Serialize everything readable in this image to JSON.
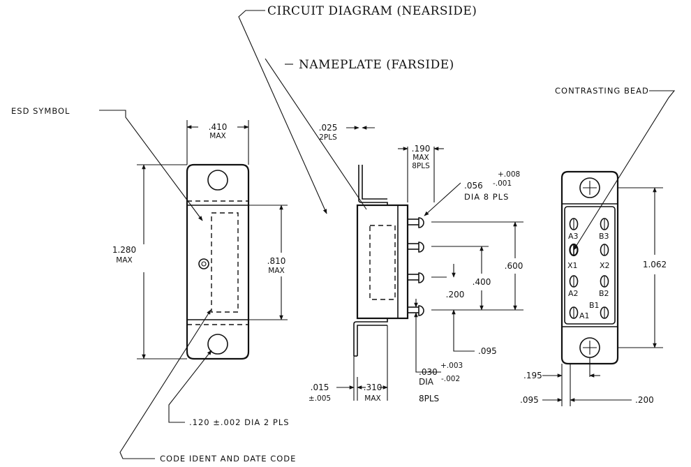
{
  "callouts": {
    "circuit_diagram": "CIRCUIT DIAGRAM (NEARSIDE)",
    "nameplate": "NAMEPLATE (FARSIDE)",
    "esd_symbol": "ESD SYMBOL",
    "contrasting_bead": "CONTRASTING BEAD",
    "code_ident": "CODE IDENT AND DATE CODE"
  },
  "front_view": {
    "width": ".410",
    "width_note": "MAX",
    "height": "1.280",
    "height_note": "MAX",
    "window_height": ".810",
    "window_note": "MAX",
    "hole_dia": ".120 ±.002 DIA  2 PLS"
  },
  "side_view": {
    "flange_thickness": ".025",
    "flange_note": "2PLS",
    "terminal_length": ".190",
    "terminal_length_note_1": "MAX",
    "terminal_length_note_2": "8PLS",
    "terminal_dia": ".056",
    "terminal_dia_tol_plus": "+.008",
    "terminal_dia_tol_minus": "-.001",
    "terminal_dia_note": "DIA 8 PLS",
    "pitch_1": ".200",
    "pitch_2": ".400",
    "pitch_3": ".600",
    "offset": ".095",
    "lead_dia": ".030",
    "lead_tol_plus": "+.003",
    "lead_tol_minus": "-.002",
    "lead_dia_note": "DIA",
    "lead_count": "8PLS",
    "base_thickness": ".015",
    "base_tolerance": "±.005",
    "body_depth": ".310",
    "body_depth_note": "MAX"
  },
  "end_view": {
    "pin_labels": [
      "A3",
      "B3",
      "X1",
      "X2",
      "A2",
      "B2",
      "B1",
      "A1"
    ],
    "hole_spacing": "1.062",
    "dim_a": ".195",
    "dim_b": ".095",
    "dim_c": ".200"
  }
}
